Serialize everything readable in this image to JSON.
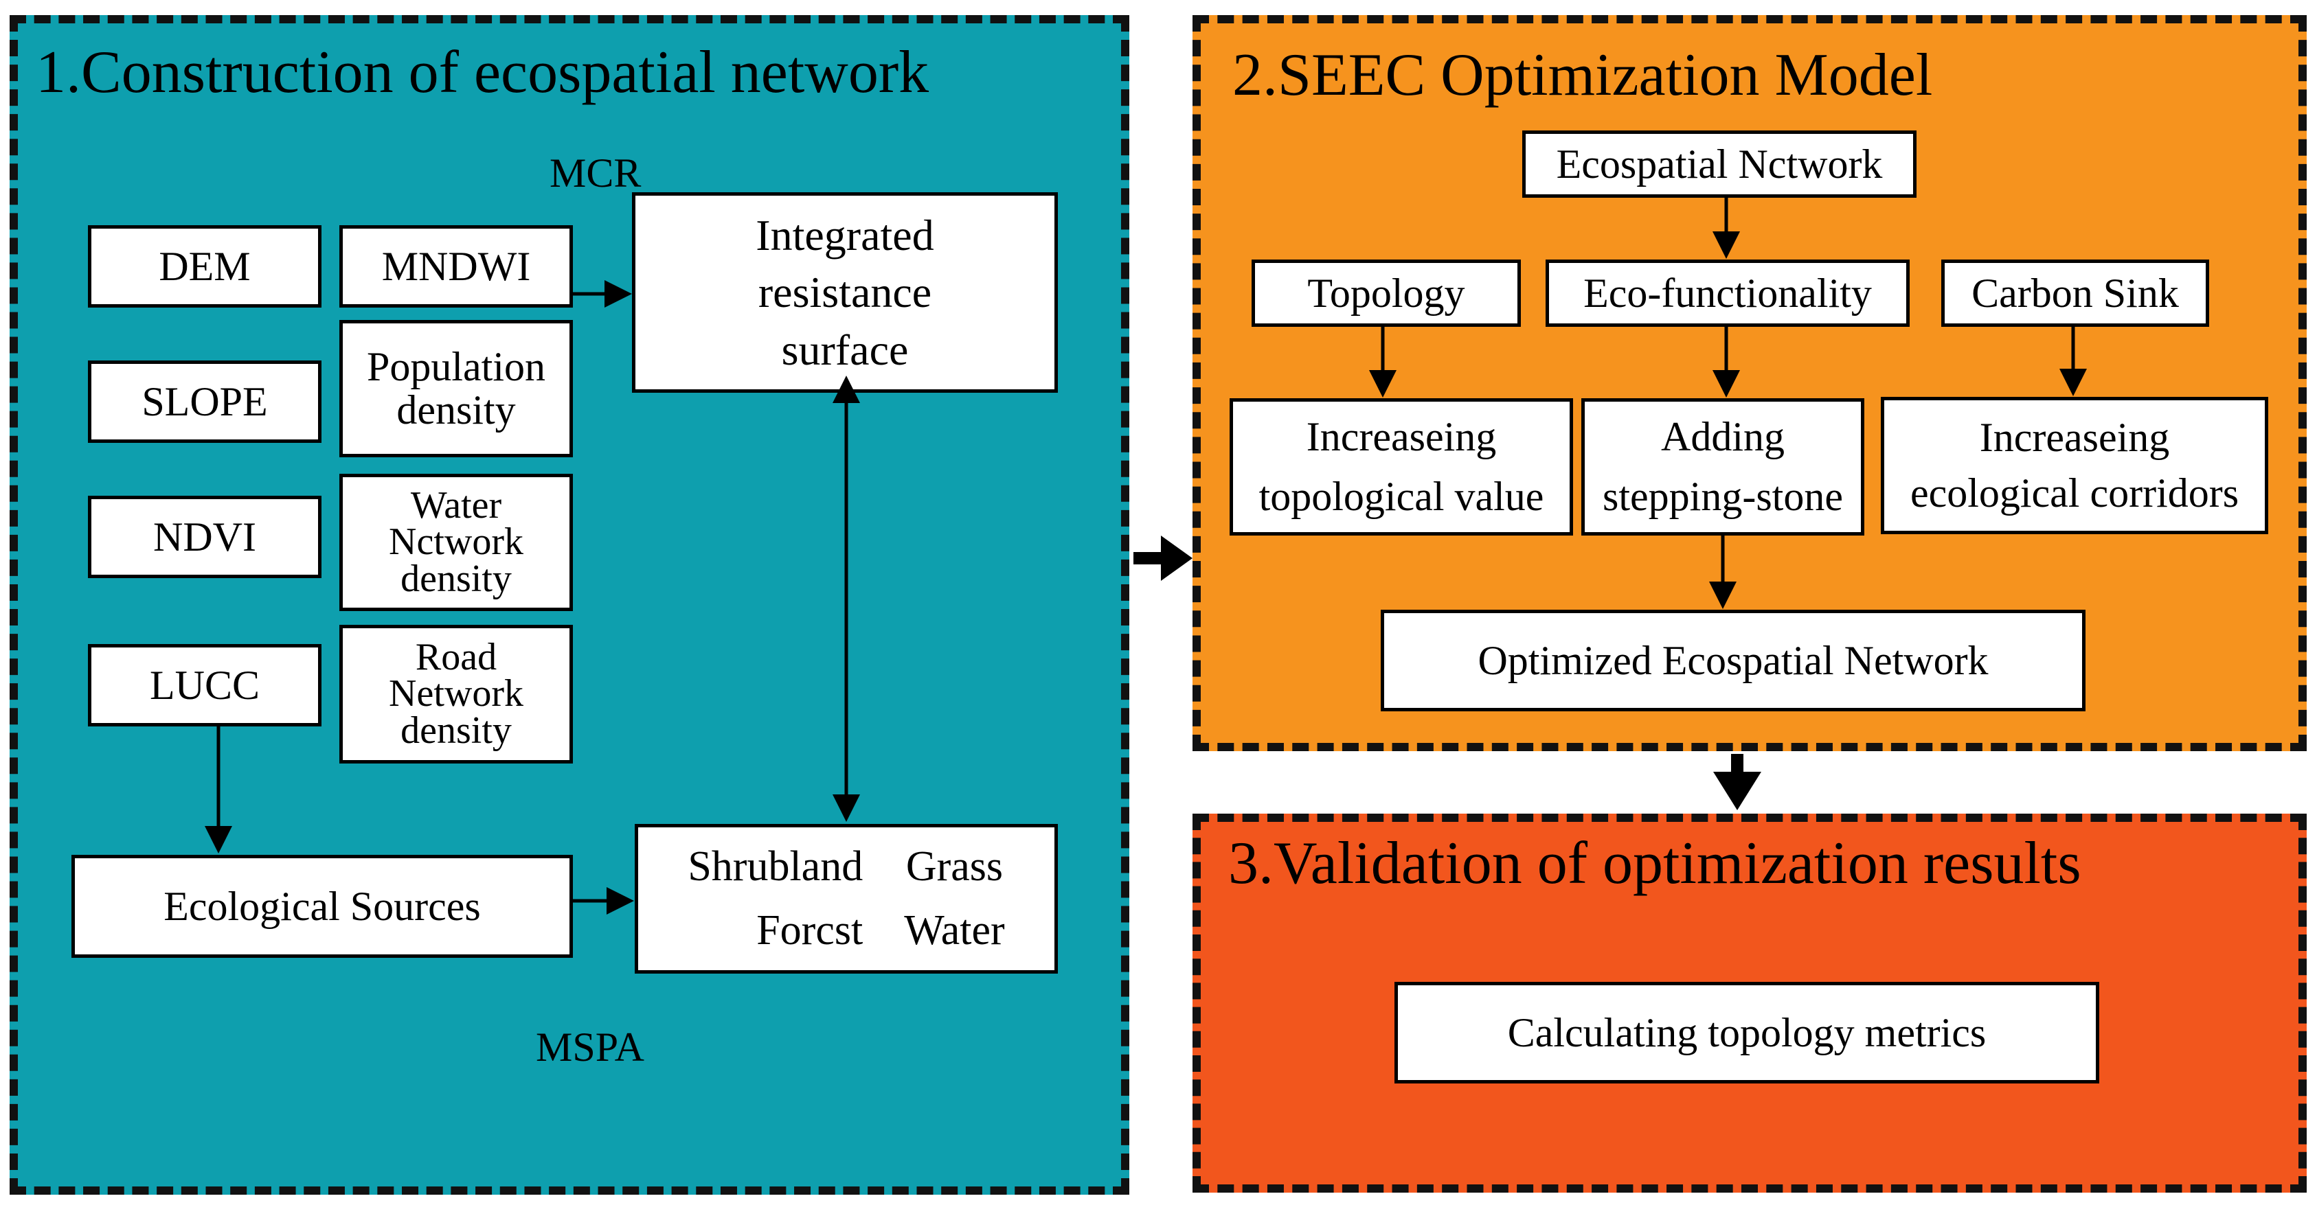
{
  "colors": {
    "panel1": "#0E9FAE",
    "panel2": "#F6931E",
    "panel3": "#F2561D",
    "border": "#111111",
    "box_fill": "#FFFFFF"
  },
  "panel1": {
    "title": "1.Construction of ecospatial network",
    "mcr_label": "MCR",
    "mspa_label": "MSPA",
    "inputs_left": [
      "DEM",
      "SLOPE",
      "NDVI",
      "LUCC"
    ],
    "inputs_right": [
      [
        "MNDWI"
      ],
      [
        "Population",
        "density"
      ],
      [
        "Water",
        "Nctwork",
        "density"
      ],
      [
        "Road",
        "Network",
        "density"
      ]
    ],
    "resistance": [
      "Integrated",
      "resistance",
      "surface"
    ],
    "sources": "Ecological Sources",
    "landcover": {
      "a": "Shrubland",
      "b": "Grass",
      "c": "Forcst",
      "d": "Water"
    }
  },
  "panel2": {
    "title": "2.SEEC Optimization Model",
    "top_box": "Ecospatial Nctwork",
    "criteria": [
      "Topology",
      "Eco-functionality",
      "Carbon Sink"
    ],
    "actions": [
      [
        "Increaseing",
        "topological value"
      ],
      [
        "Adding",
        "stepping-stone"
      ],
      [
        "Increaseing",
        "ecological corridors"
      ]
    ],
    "result": "Optimized Ecospatial Network"
  },
  "panel3": {
    "title": "3.Validation of optimization results",
    "task": "Calculating topology metrics"
  }
}
